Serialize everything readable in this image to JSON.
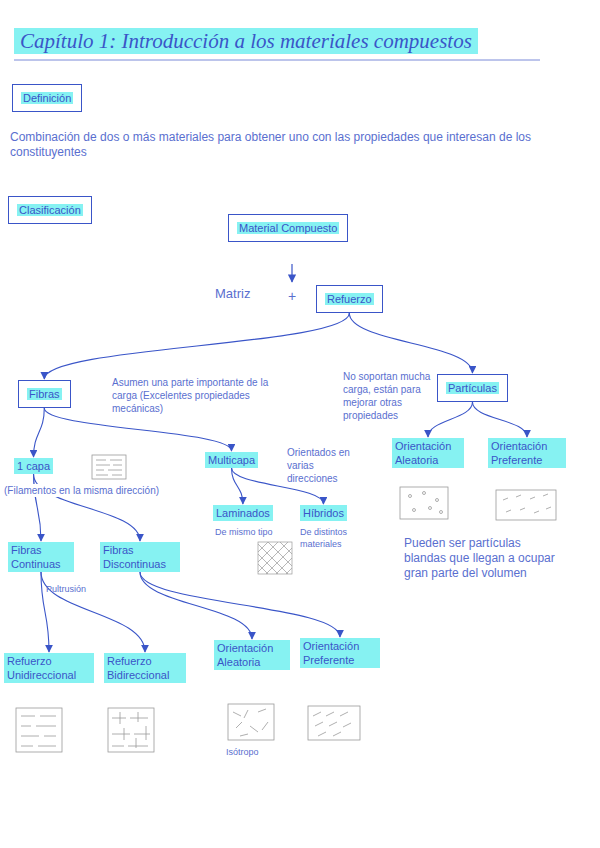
{
  "diagram": {
    "title": "Capítulo 1: Introducción a los materiales compuestos",
    "nodes": [
      {
        "text": [
          "Definición"
        ]
      },
      {
        "text": [
          "Clasificación"
        ]
      },
      {
        "text": [
          "Material Compuesto"
        ]
      },
      {
        "text": [
          "Refuerzo"
        ]
      },
      {
        "text": [
          "Fibras"
        ]
      },
      {
        "text": [
          "Partículas"
        ]
      },
      {
        "text": [
          "1 capa"
        ]
      },
      {
        "text": [
          "Multicapa"
        ]
      },
      {
        "text": [
          "Laminados"
        ]
      },
      {
        "text": [
          "Híbridos"
        ]
      },
      {
        "text": [
          "Orientación Aleatoria"
        ]
      },
      {
        "text": [
          "Orientación Preferente"
        ]
      },
      {
        "text": [
          "Fibras Continuas"
        ]
      },
      {
        "text": [
          "Fibras Discontinuas"
        ]
      },
      {
        "text": [
          "Refuerzo Unidireccional"
        ]
      },
      {
        "text": [
          "Refuerzo Bidireccional"
        ]
      },
      {
        "text": [
          "Orientación Aleatoria"
        ]
      },
      {
        "text": [
          "Orientación Preferente"
        ]
      }
    ],
    "edges": [
      {
        "from": 3,
        "to": 4,
        "arrow": "to"
      },
      {
        "from": 3,
        "to": 5,
        "arrow": "to"
      },
      {
        "from": 4,
        "to": 6,
        "arrow": "to"
      },
      {
        "from": 4,
        "to": 7,
        "arrow": "to"
      },
      {
        "from": 7,
        "to": 8,
        "arrow": "to"
      },
      {
        "from": 7,
        "to": 9,
        "arrow": "to"
      },
      {
        "from": 5,
        "to": 10,
        "arrow": "to"
      },
      {
        "from": 5,
        "to": 11,
        "arrow": "to"
      },
      {
        "from": 6,
        "to": 12,
        "arrow": "to"
      },
      {
        "from": 6,
        "to": 13,
        "arrow": "to"
      },
      {
        "from": 12,
        "to": 14,
        "arrow": "to"
      },
      {
        "from": 12,
        "to": 15,
        "arrow": "to"
      },
      {
        "from": 13,
        "to": 16,
        "arrow": "to"
      },
      {
        "from": 13,
        "to": 17,
        "arrow": "to"
      }
    ],
    "labels": [
      "Combinación de dos o más materiales para obtener uno con las propiedades que interesan de los constituyentes",
      "Matriz",
      "+",
      "Asumen una parte importante de la carga (Excelentes propiedades mecánicas)",
      "No soportan mucha carga, están para mejorar otras propiedades",
      "(Filamentos en la misma dirección)",
      "Orientados en varias direcciones",
      "De mismo tipo",
      "De distintos materiales",
      "Pueden ser partículas blandas que llegan a ocupar gran parte del volumen",
      "Pultrusión",
      "Isótropo"
    ]
  }
}
